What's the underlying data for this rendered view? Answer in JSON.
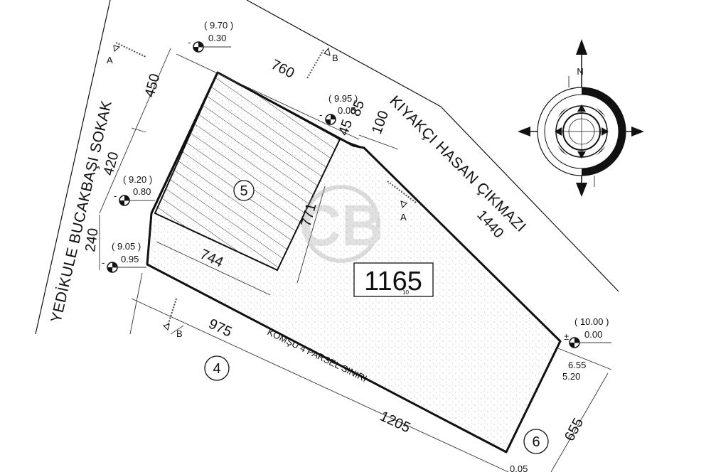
{
  "streets": {
    "yedikule": "YEDİKULE BUCAKBAŞI SOKAK",
    "kiyakci": "KIYAKÇI HASAN ÇIKMAZI",
    "neighbor_line": "KOMŞU 4 PARSEL SINIRI"
  },
  "parcels": {
    "parcel_5": "5",
    "parcel_4": "4",
    "parcel_6": "6",
    "lot_number": "1165",
    "lot_sub": "10"
  },
  "dimensions": {
    "d450": "450",
    "d420": "420",
    "d240": "240",
    "d760": "760",
    "d85": "85",
    "d45": "45",
    "d100": "100",
    "d1440": "1440",
    "d771": "771",
    "d744": "744",
    "d975": "975",
    "d1205": "1205",
    "d655": "655"
  },
  "elevations": [
    {
      "sign": "-",
      "top": "( 9.70 )",
      "bottom": "0.30"
    },
    {
      "sign": "-",
      "top": "( 9.95 )",
      "bottom": "0.05"
    },
    {
      "sign": "-",
      "top": "( 9.20 )",
      "bottom": "0.80"
    },
    {
      "sign": "-",
      "top": "( 9.05 )",
      "bottom": "0.95"
    },
    {
      "sign": "±",
      "top": "( 10.00 )",
      "bottom": "0.00"
    }
  ],
  "corner_labels": {
    "a": "6.55",
    "b": "5.20",
    "c": "0.05"
  },
  "section_markers": {
    "a1": "A",
    "a2": "A",
    "b1": "B",
    "b2": "B"
  },
  "compass": {
    "north": "N"
  },
  "watermark": {
    "text": "CB"
  }
}
